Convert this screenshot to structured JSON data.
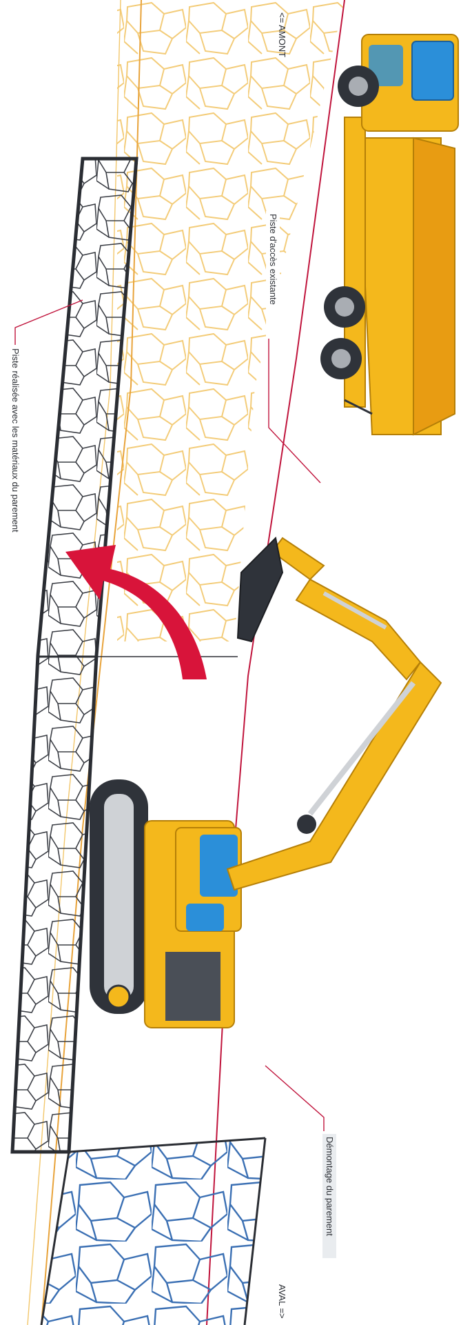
{
  "labels": {
    "upstream": "<= AMONT",
    "downstream": "AVAL =>",
    "existing_track": "Piste d'accès existante",
    "new_track": "Piste réalisée avec les matériaux du parement",
    "dismantling": "Démontage du parement"
  },
  "colors": {
    "paper": "#ffffff",
    "yellow_stones": "#f2c66a",
    "blue_stones": "#3a6fb3",
    "wall_outline": "#2a2d33",
    "red_line": "#c0143c",
    "arrow": "#d8143a",
    "machine_yellow": "#f4b81c",
    "machine_orange": "#e89c12",
    "glass_blue": "#2b8fd9",
    "dark_grey": "#2f333a"
  },
  "icons": {
    "arrow": "curved-red-arrow",
    "excavator": "crawler-excavator-illustration",
    "truck": "dump-truck-illustration"
  }
}
